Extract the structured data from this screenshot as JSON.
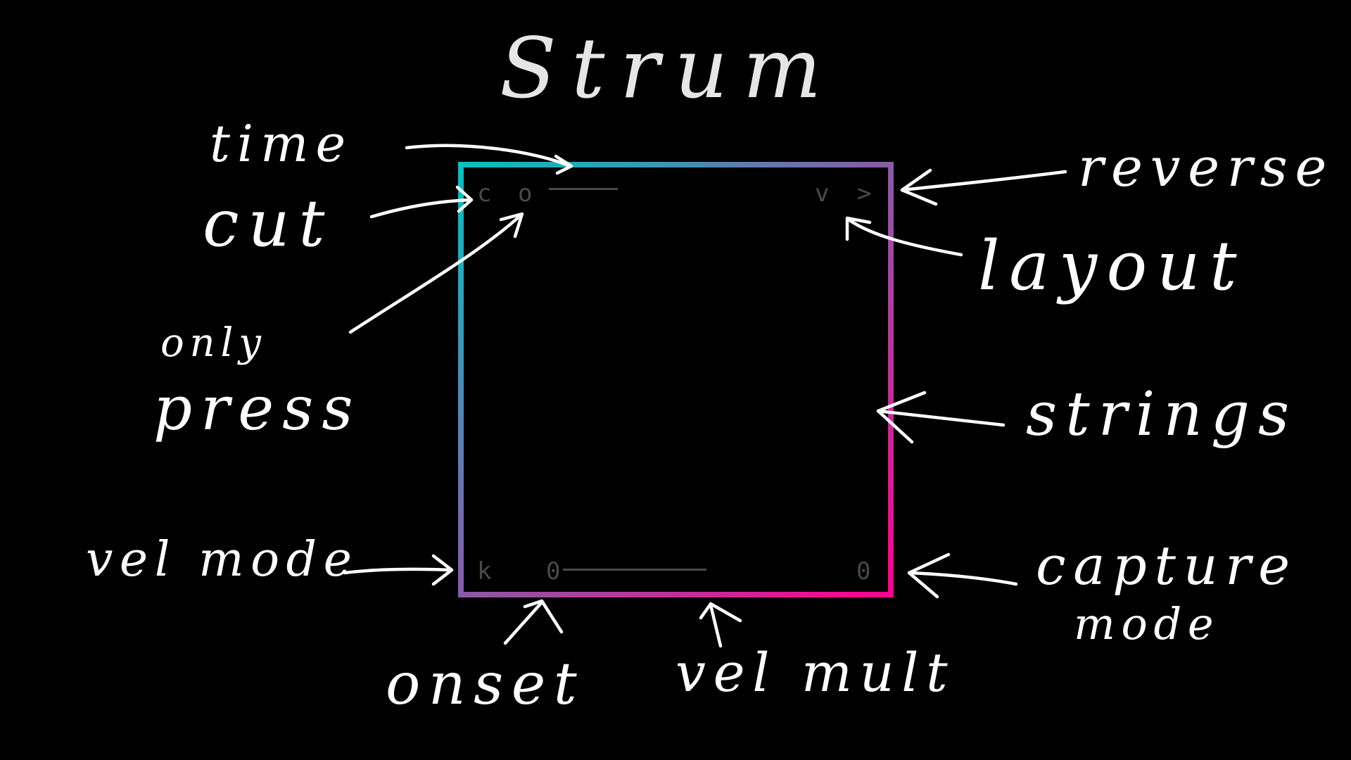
{
  "title": "Strum",
  "annotations": {
    "time": "time",
    "cut": "cut",
    "only": "only",
    "press": "press",
    "vel_mode": "vel mode",
    "onset": "onset",
    "vel_mult": "vel mult",
    "reverse": "reverse",
    "layout": "layout",
    "strings": "strings",
    "capture": "capture",
    "capture_mode": "mode"
  },
  "panel": {
    "top_left_1": "c",
    "top_left_2": "o",
    "top_right_1": "v",
    "top_right_2": ">",
    "bottom_left": "k",
    "onset_value": "0",
    "capture_value": "0"
  },
  "colors": {
    "background": "#000000",
    "gradient_start": "#00c3c3",
    "gradient_mid": "#8a5aa8",
    "gradient_end": "#ff0090",
    "panel_text": "#4a4a4a",
    "annotation": "#ffffff"
  }
}
